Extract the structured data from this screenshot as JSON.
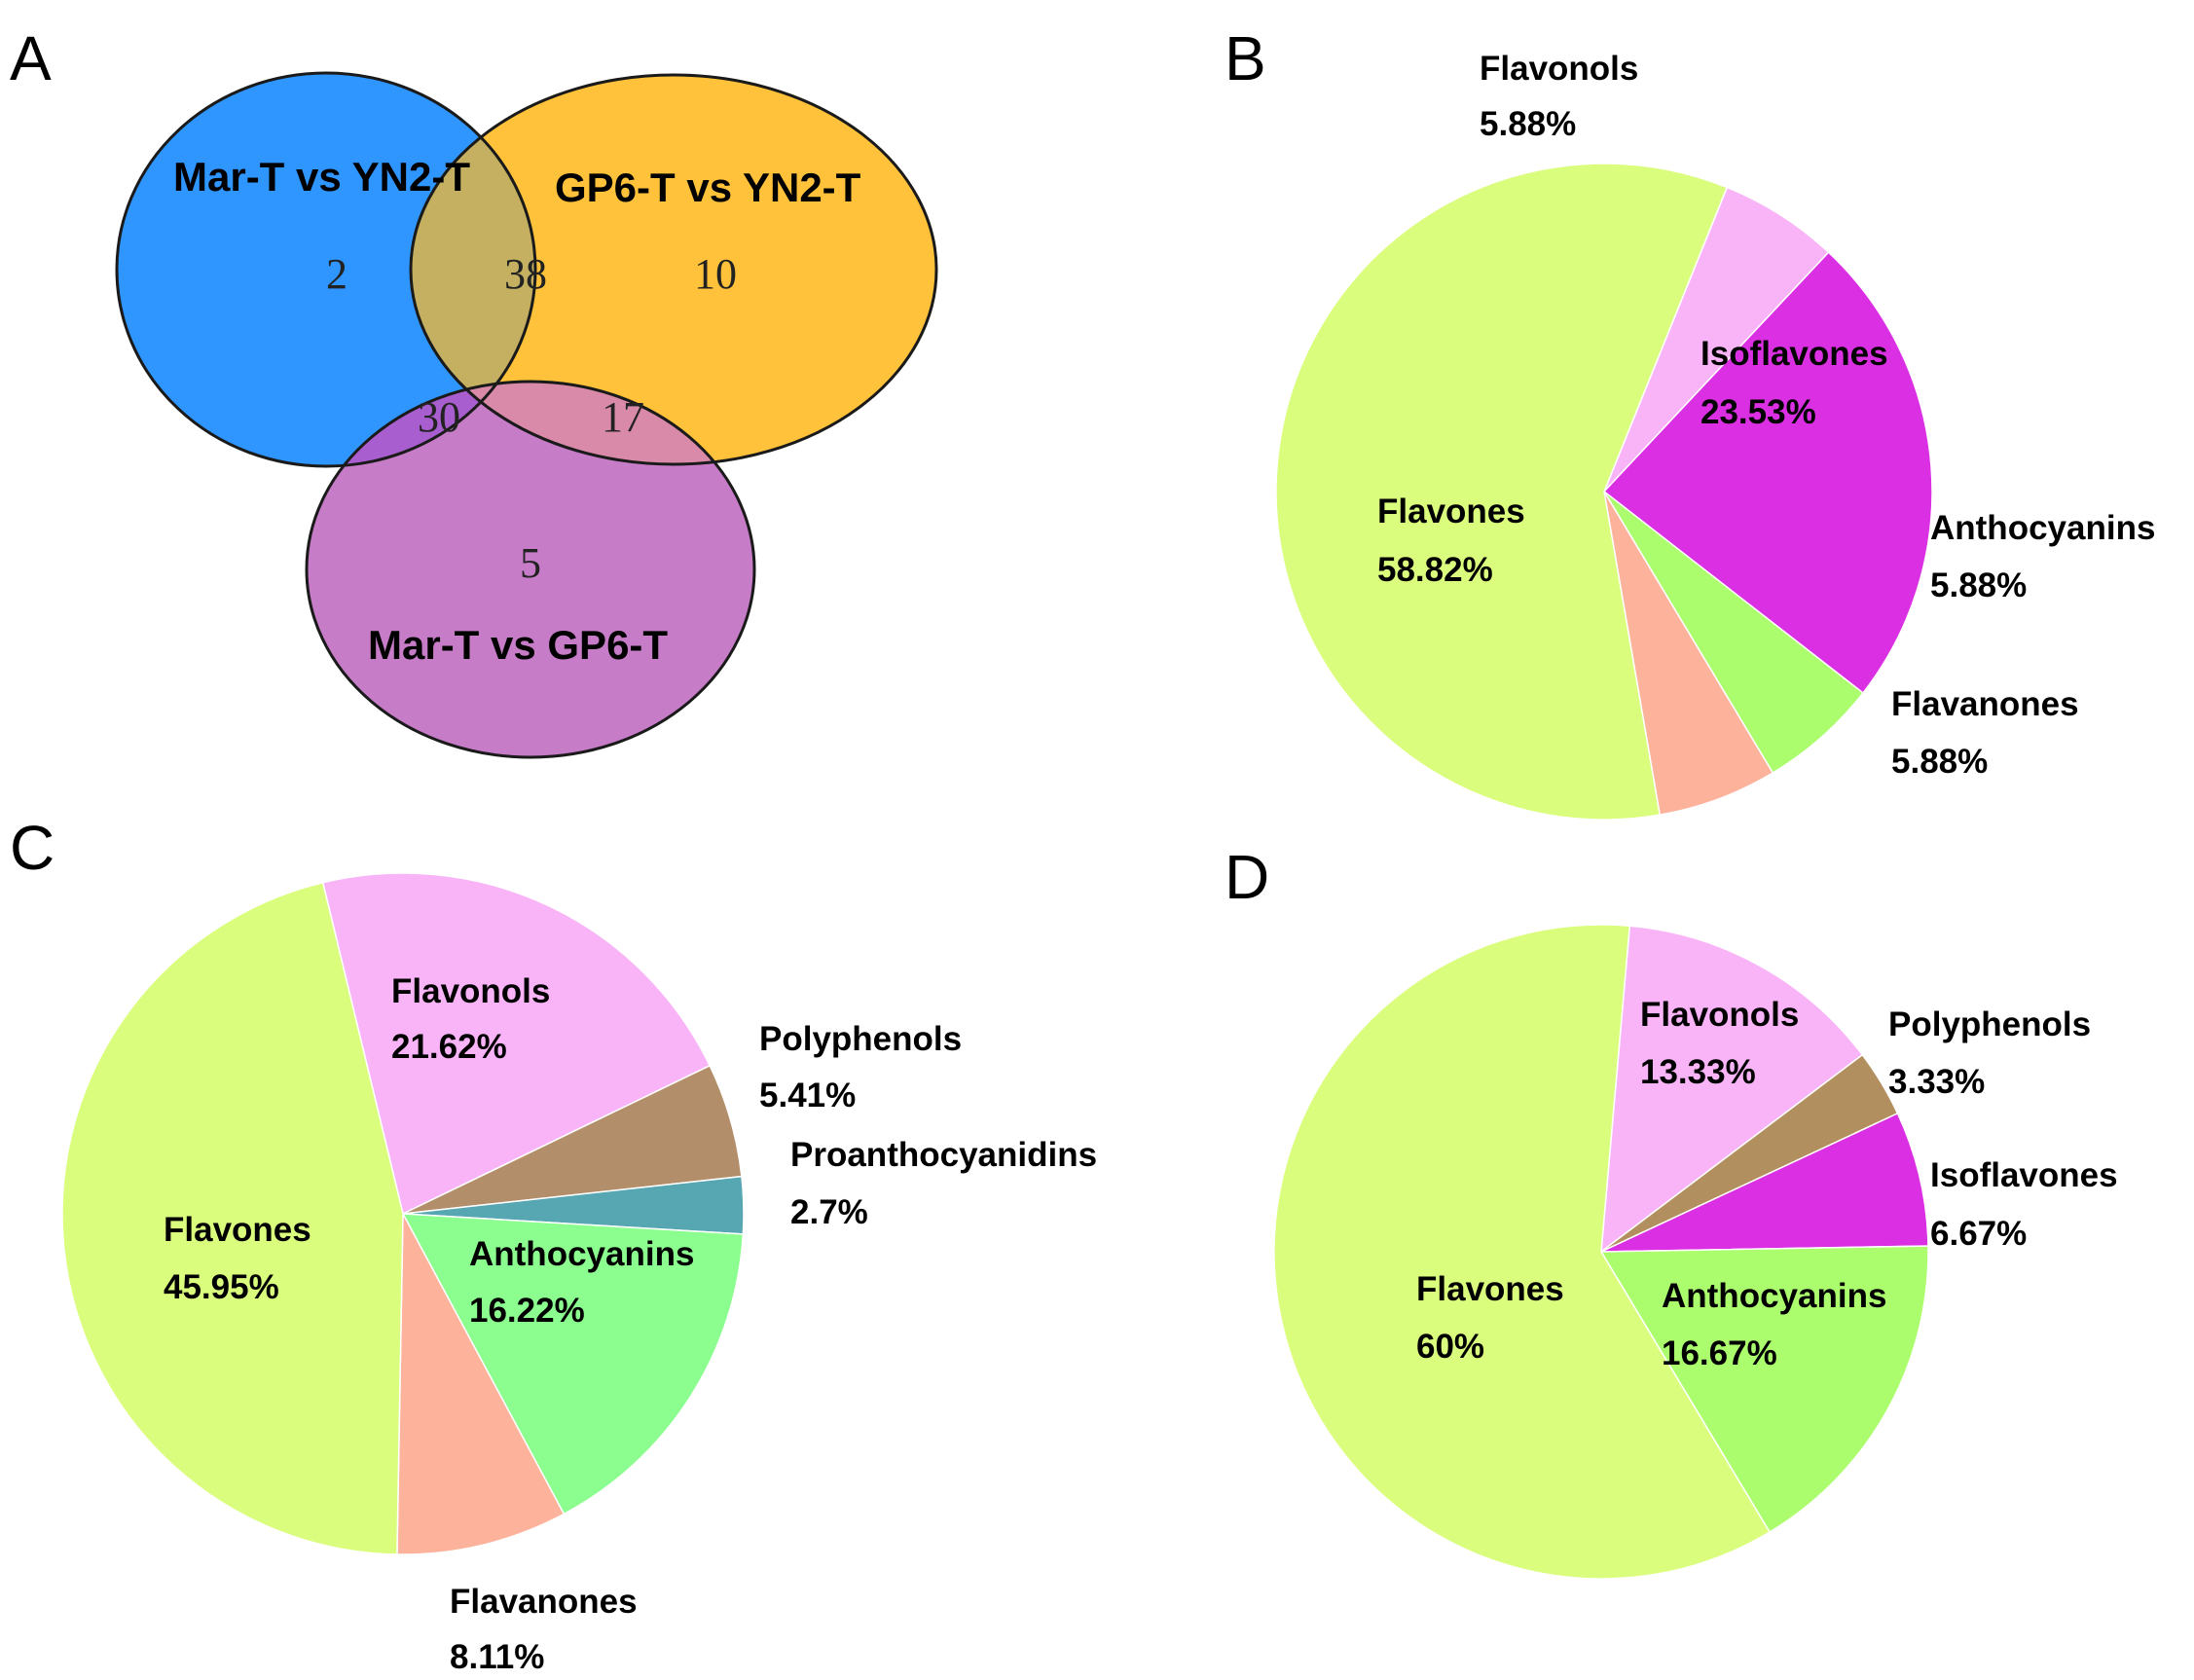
{
  "panels": {
    "a": "A",
    "b": "B",
    "c": "C",
    "d": "D"
  },
  "venn": {
    "sets": [
      {
        "label": "Mar-T vs YN2-T",
        "color": "#2f95ff"
      },
      {
        "label": "GP6-T vs YN2-T",
        "color": "#ffc23a"
      },
      {
        "label": "Mar-T vs GP6-T",
        "color": "#c77cc8"
      }
    ],
    "counts": {
      "mar_yn2_only": "2",
      "mar_yn2_and_gp6_yn2": "38",
      "gp6_yn2_only": "10",
      "mar_yn2_and_mar_gp6": "30",
      "gp6_yn2_and_mar_gp6": "17",
      "mar_gp6_only": "5"
    },
    "overlap_colors": {
      "ab": "#c4b060",
      "ac": "#a95ecf",
      "bc": "#d98aa8"
    }
  },
  "chart_data": [
    {
      "type": "pie",
      "panel": "B",
      "slices": [
        {
          "label": "Flavonols",
          "pct_text": "5.88%",
          "value": 5.88,
          "color": "#f9b3f7"
        },
        {
          "label": "Isoflavones",
          "pct_text": "23.53%",
          "value": 23.53,
          "color": "#db2fe3"
        },
        {
          "label": "Anthocyanins",
          "pct_text": "5.88%",
          "value": 5.88,
          "color": "#acfd6e"
        },
        {
          "label": "Flavanones",
          "pct_text": "5.88%",
          "value": 5.88,
          "color": "#fdb29b"
        },
        {
          "label": "Flavones",
          "pct_text": "58.82%",
          "value": 58.82,
          "color": "#dbfd7e"
        }
      ]
    },
    {
      "type": "pie",
      "panel": "C",
      "slices": [
        {
          "label": "Flavonols",
          "pct_text": "21.62%",
          "value": 21.62,
          "color": "#f9b3f7"
        },
        {
          "label": "Polyphenols",
          "pct_text": "5.41%",
          "value": 5.41,
          "color": "#b28f6a"
        },
        {
          "label": "Proanthocyanidins",
          "pct_text": "2.7%",
          "value": 2.7,
          "color": "#57a7b2"
        },
        {
          "label": "Anthocyanins",
          "pct_text": "16.22%",
          "value": 16.22,
          "color": "#8cfd8f"
        },
        {
          "label": "Flavanones",
          "pct_text": "8.11%",
          "value": 8.11,
          "color": "#fdb29b"
        },
        {
          "label": "Flavones",
          "pct_text": "45.95%",
          "value": 45.95,
          "color": "#dbfd7e"
        }
      ]
    },
    {
      "type": "pie",
      "panel": "D",
      "slices": [
        {
          "label": "Flavonols",
          "pct_text": "13.33%",
          "value": 13.33,
          "color": "#f9b3f7"
        },
        {
          "label": "Polyphenols",
          "pct_text": "3.33%",
          "value": 3.33,
          "color": "#b28f5e"
        },
        {
          "label": "Isoflavones",
          "pct_text": "6.67%",
          "value": 6.67,
          "color": "#db2fe3"
        },
        {
          "label": "Anthocyanins",
          "pct_text": "16.67%",
          "value": 16.67,
          "color": "#acfd6e"
        },
        {
          "label": "Flavones",
          "pct_text": "60%",
          "value": 60,
          "color": "#dbfd7e"
        }
      ]
    }
  ]
}
